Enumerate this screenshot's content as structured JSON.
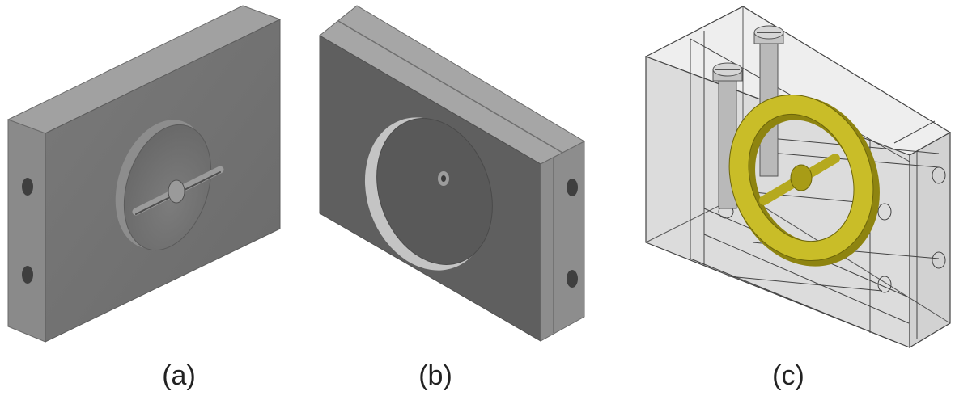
{
  "figure": {
    "panels": [
      {
        "label": "(a)"
      },
      {
        "label": "(b)"
      },
      {
        "label": "(c)"
      }
    ]
  },
  "colors": {
    "part_front": "#737373",
    "part_top": "#a1a1a1",
    "part_side": "#8a8a8a",
    "dark_face": "#595959",
    "wire": "#444444",
    "glass": "#e3e3e3",
    "brass": "#c9bd28",
    "brass_dark": "#8e8410"
  }
}
